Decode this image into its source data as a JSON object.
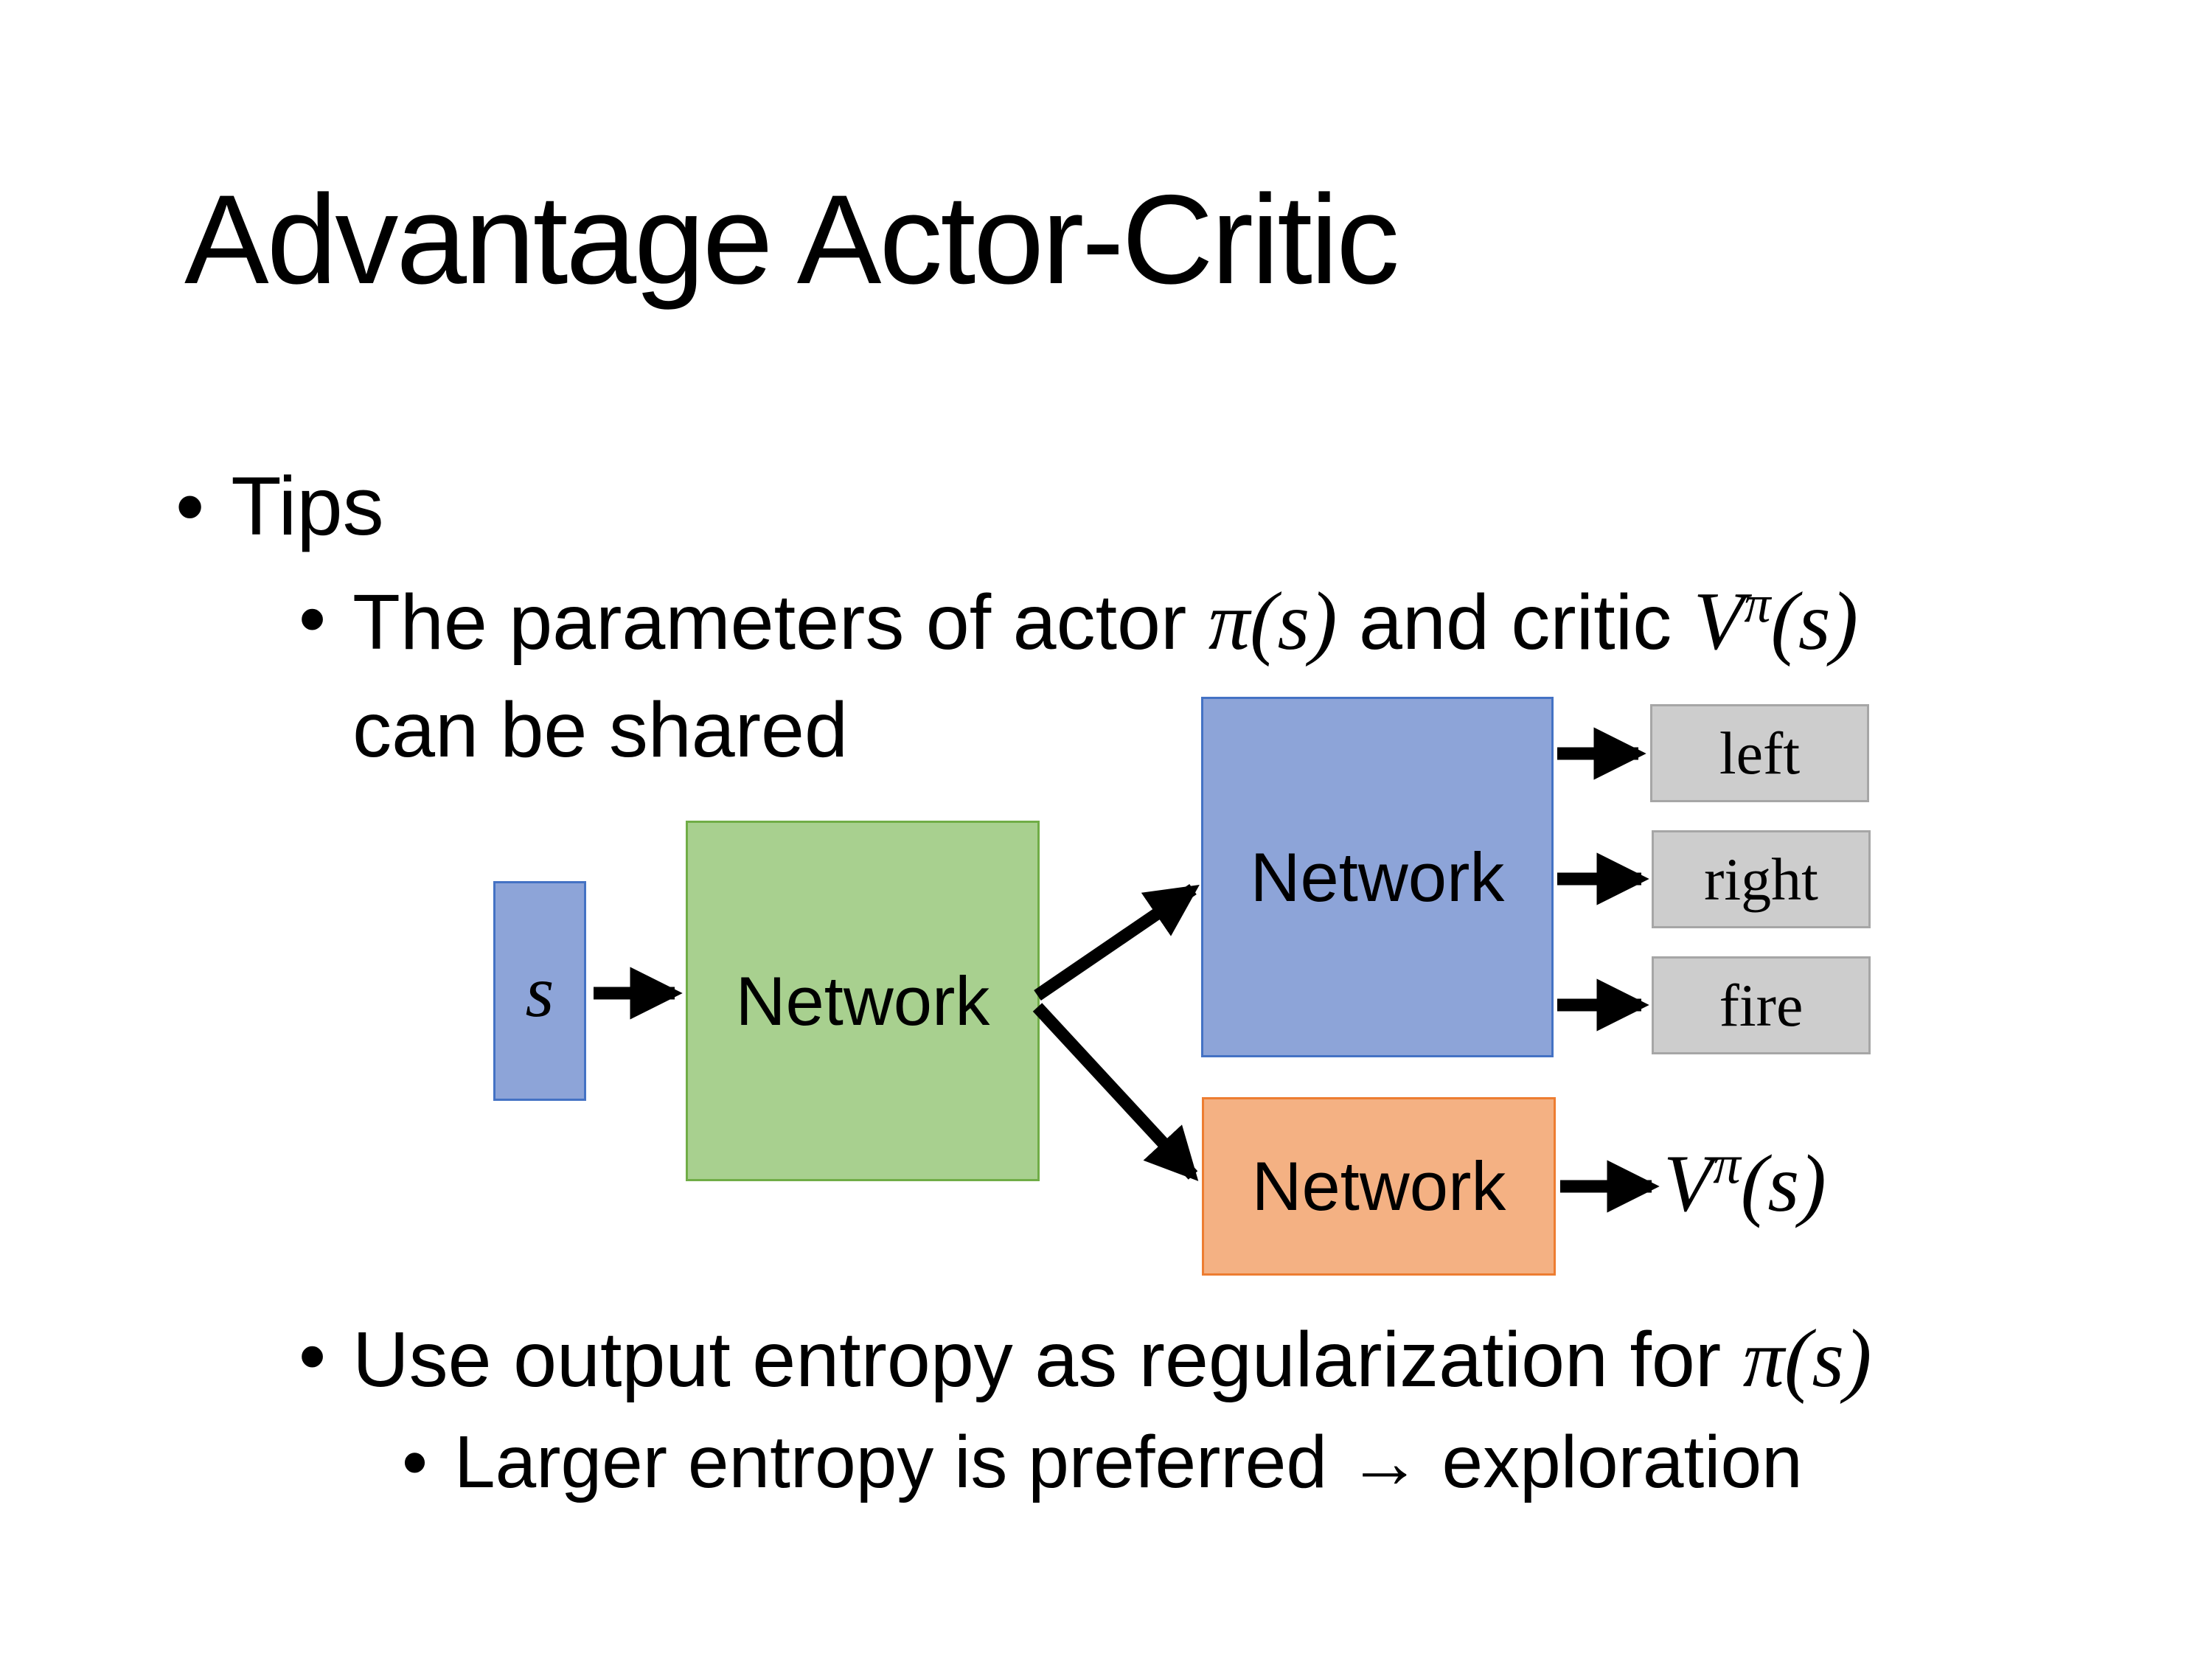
{
  "slide": {
    "title": "Advantage Actor-Critic",
    "bullet_char": "•",
    "bullets": {
      "tips": "Tips",
      "b2_pre": "The parameters of actor ",
      "b2_math1": "π(s)",
      "b2_mid": " and critic ",
      "b2_V": "V",
      "b2_sup": "π",
      "b2_paren": "(s)",
      "b2_line2": "can be shared",
      "b3_pre": "Use output entropy as regularization for ",
      "b3_math": "π(s)",
      "b4": "Larger entropy is preferred → exploration"
    },
    "diagram": {
      "input_label": "s",
      "shared_network_label": "Network",
      "actor_network_label": "Network",
      "critic_network_label": "Network",
      "actions": [
        "left",
        "right",
        "fire"
      ],
      "value_V": "V",
      "value_sup": "π",
      "value_paren": "(s)"
    },
    "colors": {
      "background": "#ffffff",
      "text": "#000000",
      "blue_fill": "#8da4d8",
      "blue_border": "#4472c4",
      "green_fill": "#a8d08f",
      "green_border": "#70ad47",
      "orange_fill": "#f4b183",
      "orange_border": "#ed7d31",
      "gray_fill": "#cdcdcd",
      "gray_border": "#a6a6a6",
      "arrow": "#000000"
    }
  }
}
